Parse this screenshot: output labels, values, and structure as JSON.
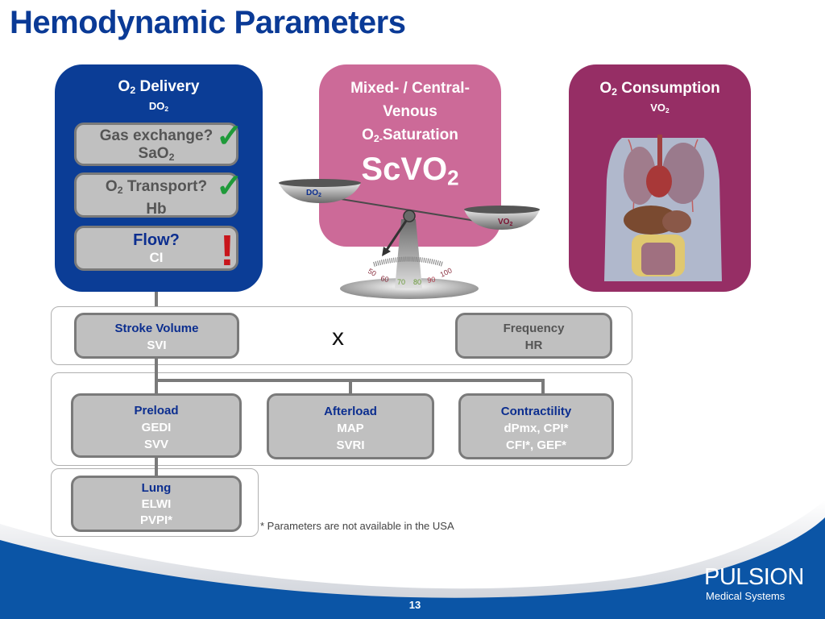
{
  "slide": {
    "title": "Hemodynamic Parameters",
    "page_number": "13",
    "footnote": "* Parameters are not available in the USA",
    "brand": {
      "name": "PULSION",
      "tagline": "Medical Systems"
    },
    "colors": {
      "title": "#0a3a96",
      "delivery_panel": "#0b3d96",
      "saturation_panel": "#cc6a98",
      "consumption_panel": "#962e65",
      "footer": "#0b55a6",
      "check": "#1f9a3a",
      "alert": "#c8151b"
    }
  },
  "delivery": {
    "title_pre": "O",
    "title_sub": "2",
    "title_post": " Delivery",
    "abbr_pre": "DO",
    "abbr_sub": "2",
    "items": [
      {
        "line1": "Gas exchange?",
        "line2_pre": "SaO",
        "line2_sub": "2",
        "status": "check-icon",
        "status_glyph": "✓"
      },
      {
        "line1_pre": "O",
        "line1_sub": "2",
        "line1_post": " Transport?",
        "line2": "Hb",
        "status": "check-icon",
        "status_glyph": "✓"
      },
      {
        "line1": "Flow?",
        "line2": "CI",
        "status": "alert-icon",
        "status_glyph": "!"
      }
    ]
  },
  "saturation": {
    "line1": "Mixed- / Central-",
    "line2": "Venous",
    "line3_pre": "O",
    "line3_sub": "2-",
    "line3_post": "Saturation",
    "big_pre": "ScVO",
    "big_sub": "2",
    "scale": {
      "left_pan_pre": "DO",
      "left_pan_sub": "2",
      "right_pan_pre": "VO",
      "right_pan_sub": "2",
      "ticks": [
        "50",
        "60",
        "70",
        "80",
        "90",
        "100"
      ]
    }
  },
  "consumption": {
    "title_pre": "O",
    "title_sub": "2",
    "title_post": " Consumption",
    "abbr_pre": "VO",
    "abbr_sub": "2",
    "image_alt": "human torso anatomy"
  },
  "operator": "x",
  "stroke_volume": {
    "label": "Stroke Volume",
    "value": "SVI"
  },
  "frequency": {
    "label": "Frequency",
    "value": "HR"
  },
  "preload": {
    "label": "Preload",
    "values": [
      "GEDI",
      "SVV"
    ]
  },
  "afterload": {
    "label": "Afterload",
    "values": [
      "MAP",
      "SVRI"
    ]
  },
  "contractility": {
    "label": "Contractility",
    "values": [
      "dPmx, CPI*",
      "CFI*, GEF*"
    ]
  },
  "lung": {
    "label": "Lung",
    "values": [
      "ELWI",
      "PVPI*"
    ]
  }
}
